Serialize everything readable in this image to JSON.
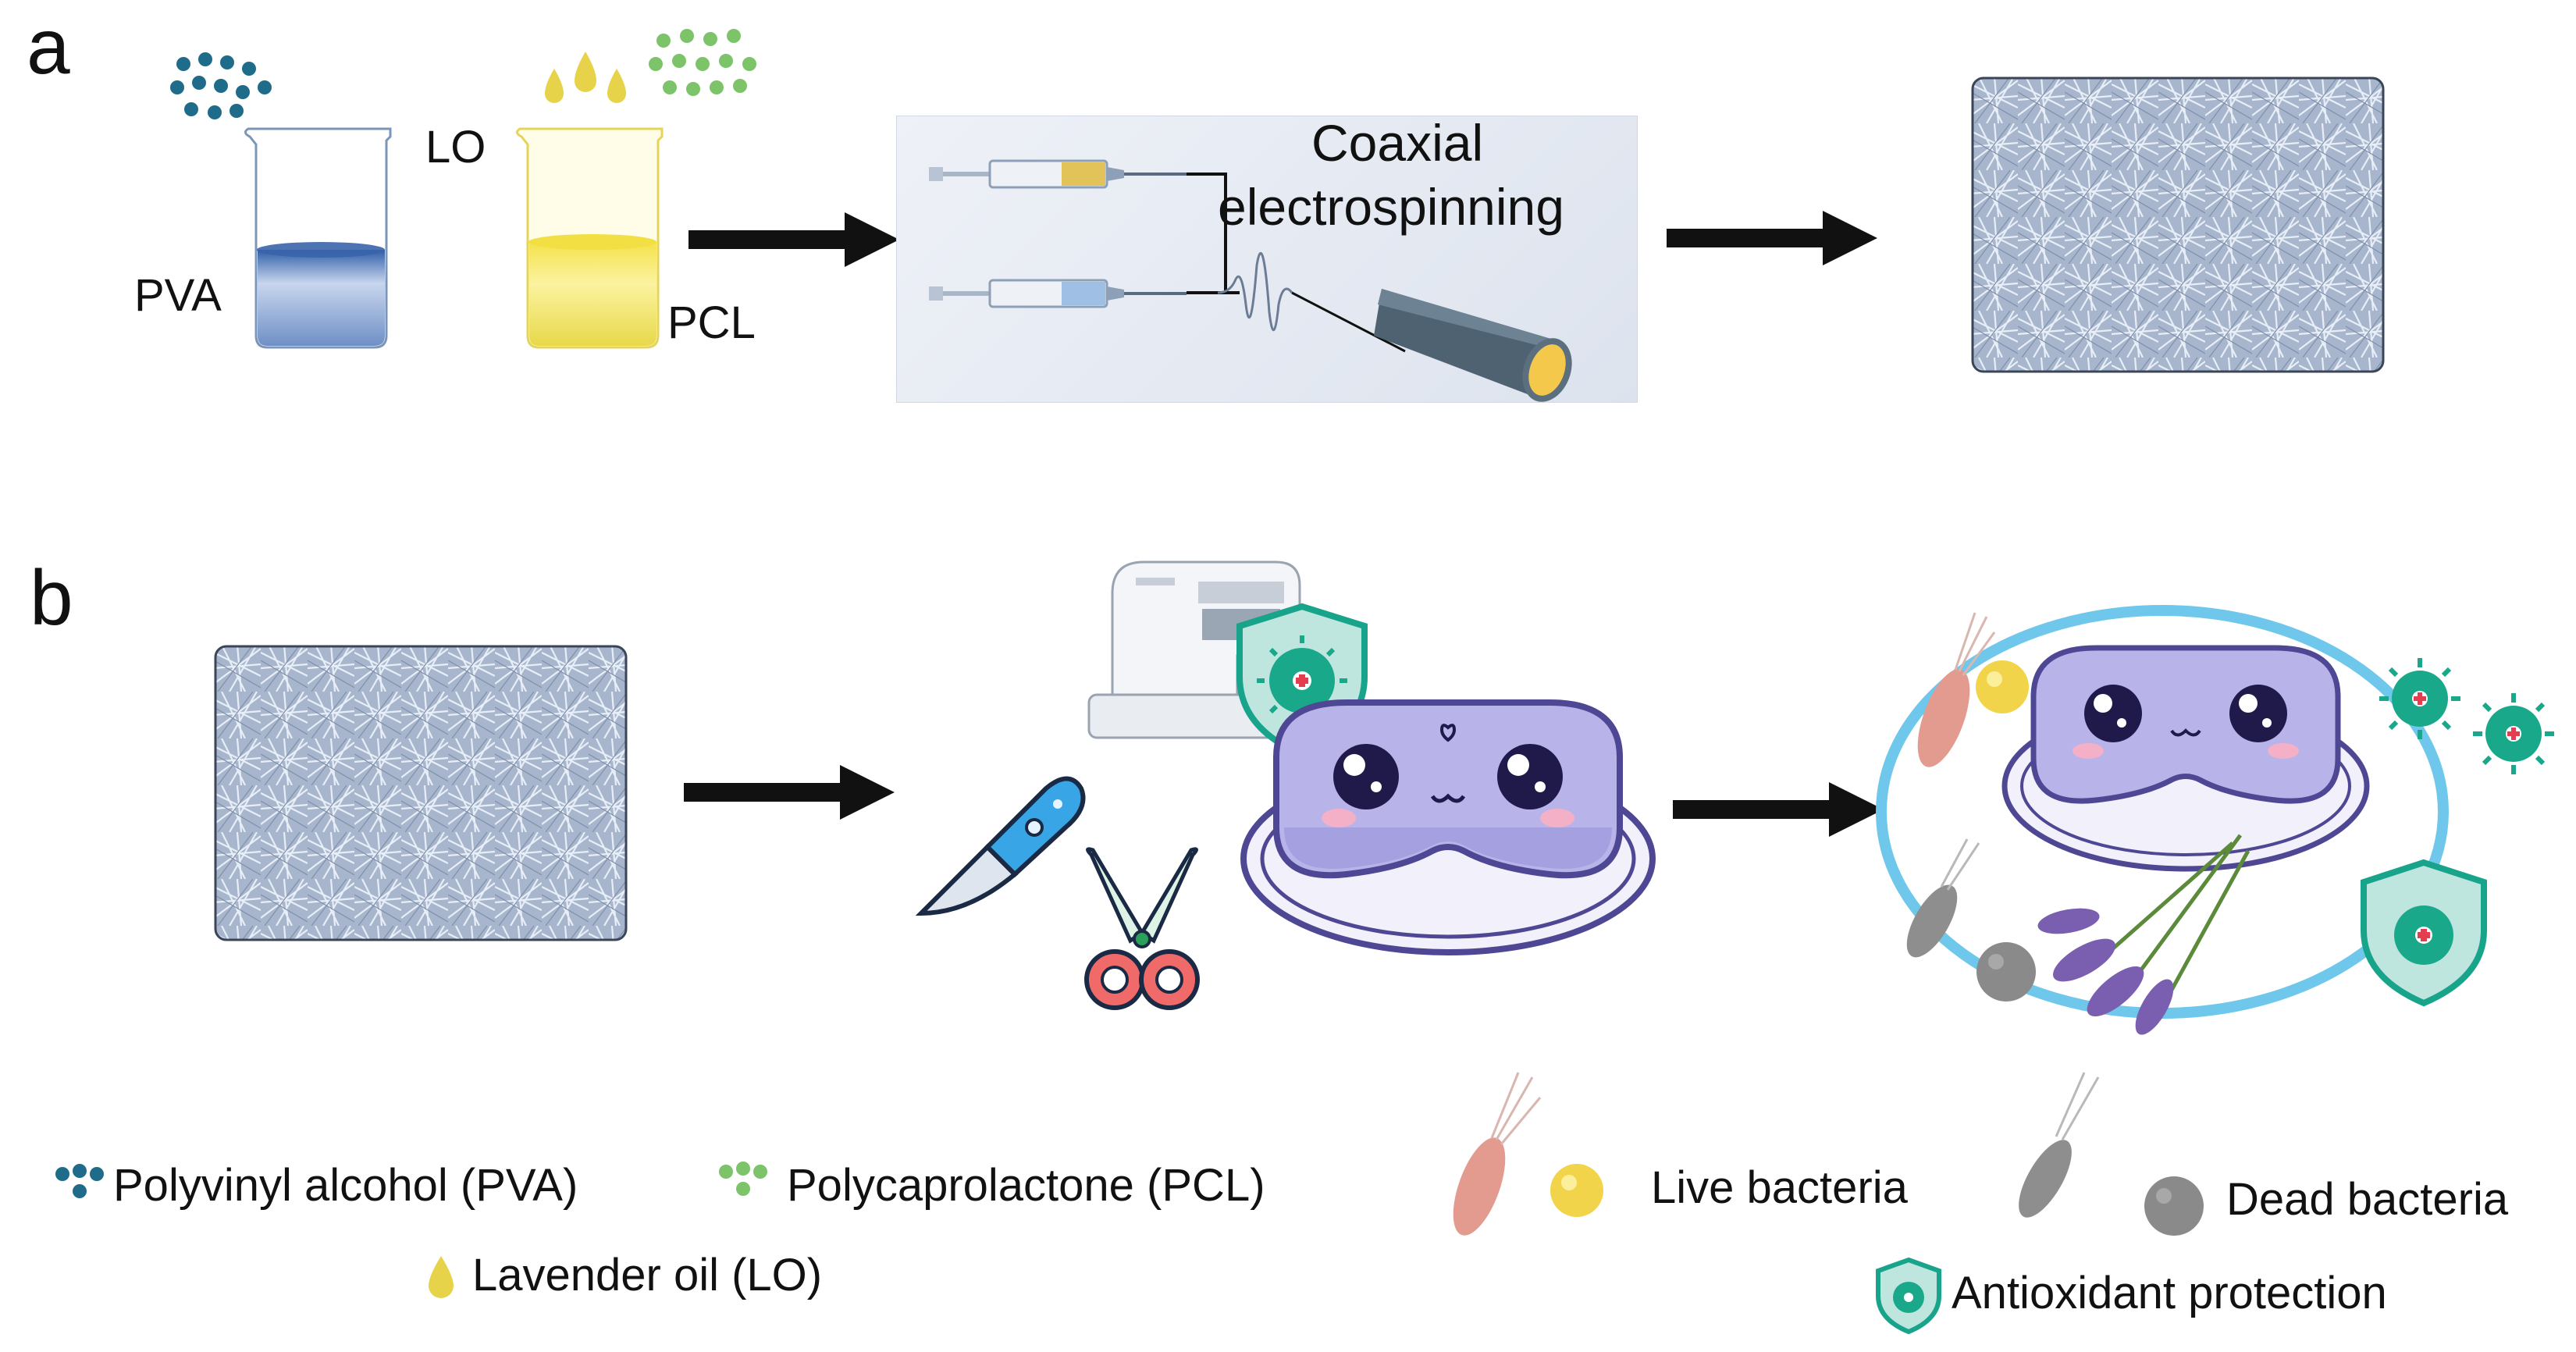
{
  "panel_a": {
    "letter": "a",
    "labels": {
      "pva": "PVA",
      "lo": "LO",
      "pcl": "PCL"
    },
    "process_title_line1": "Coaxial",
    "process_title_line2": "electrospinning"
  },
  "panel_b": {
    "letter": "b"
  },
  "legend": {
    "pva": "Polyvinyl alcohol (PVA)",
    "pcl": "Polycaprolactone (PCL)",
    "lo": "Lavender oil (LO)",
    "live": "Live bacteria",
    "dead": "Dead bacteria",
    "antioxidant": "Antioxidant protection"
  },
  "colors": {
    "pva_dot": "#1f6b8a",
    "pcl_dot": "#7cc36a",
    "lo_drop": "#e6d34a",
    "arrow": "#111111",
    "fiber_bg": "#9fb0c8",
    "mask": "#b8b4ea",
    "ring": "#6fc8ec",
    "virus": "#1aa88a",
    "live_bacteria": "#e39a8f",
    "dead_bacteria": "#8e8e8e"
  },
  "icons": [
    "beaker-icon",
    "syringe-icon",
    "fiber-mat-icon",
    "sewing-machine-icon",
    "knife-icon",
    "scissors-icon",
    "sleep-mask-icon",
    "shield-icon",
    "virus-icon",
    "bacteria-icon",
    "lavender-icon"
  ]
}
